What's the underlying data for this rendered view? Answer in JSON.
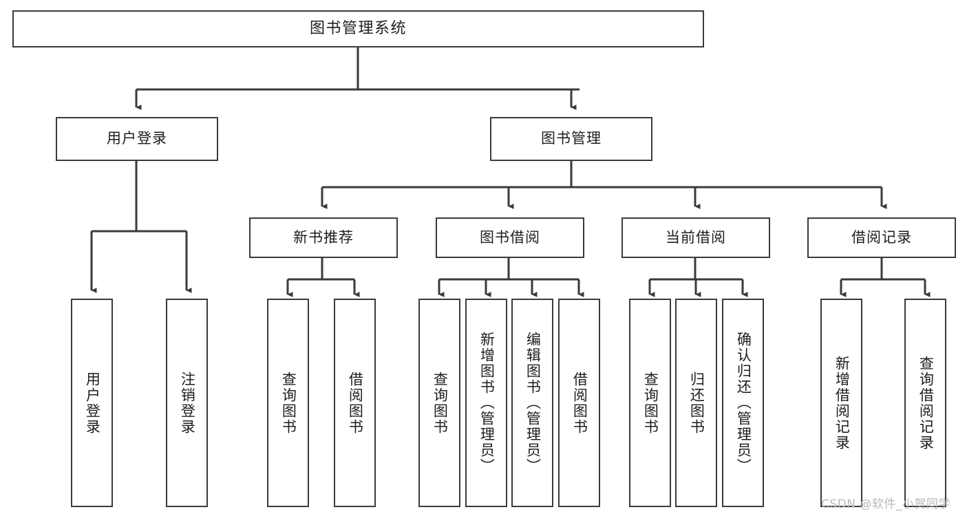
{
  "diagram": {
    "title": "图书管理系统",
    "type": "tree-hierarchy-chart",
    "background_color": "#ffffff",
    "box_border_color": "#3a3a3a",
    "connector_color": "#3a3a3a",
    "text_color": "#1d1d1d",
    "levels": {
      "level0": [
        {
          "id": "root",
          "label": "图书管理系统",
          "orientation": "horizontal"
        }
      ],
      "level1": [
        {
          "id": "user-login",
          "label": "用户登录",
          "orientation": "horizontal"
        },
        {
          "id": "book-manage",
          "label": "图书管理",
          "orientation": "horizontal"
        }
      ],
      "level2": [
        {
          "id": "new-book-recommend",
          "label": "新书推荐",
          "orientation": "horizontal"
        },
        {
          "id": "book-borrow",
          "label": "图书借阅",
          "orientation": "horizontal"
        },
        {
          "id": "current-borrow",
          "label": "当前借阅",
          "orientation": "horizontal"
        },
        {
          "id": "borrow-record",
          "label": "借阅记录",
          "orientation": "horizontal"
        }
      ],
      "level3": [
        {
          "id": "leaf-user-login",
          "label": "用户登录",
          "parent": "user-login",
          "orientation": "vertical"
        },
        {
          "id": "leaf-user-logout",
          "label": "注销登录",
          "parent": "user-login",
          "orientation": "vertical"
        },
        {
          "id": "leaf-query-book-1",
          "label": "查询图书",
          "parent": "new-book-recommend",
          "orientation": "vertical"
        },
        {
          "id": "leaf-borrow-book-1",
          "label": "借阅图书",
          "parent": "new-book-recommend",
          "orientation": "vertical"
        },
        {
          "id": "leaf-query-book-2",
          "label": "查询图书",
          "parent": "book-borrow",
          "orientation": "vertical"
        },
        {
          "id": "leaf-add-book",
          "label": "新增图书（管理员）",
          "parent": "book-borrow",
          "orientation": "vertical"
        },
        {
          "id": "leaf-edit-book",
          "label": "编辑图书（管理员）",
          "parent": "book-borrow",
          "orientation": "vertical"
        },
        {
          "id": "leaf-borrow-book-2",
          "label": "借阅图书",
          "parent": "book-borrow",
          "orientation": "vertical"
        },
        {
          "id": "leaf-query-book-3",
          "label": "查询图书",
          "parent": "current-borrow",
          "orientation": "vertical"
        },
        {
          "id": "leaf-return-book",
          "label": "归还图书",
          "parent": "current-borrow",
          "orientation": "vertical"
        },
        {
          "id": "leaf-confirm-return",
          "label": "确认归还（管理员）",
          "parent": "current-borrow",
          "orientation": "vertical"
        },
        {
          "id": "leaf-add-record",
          "label": "新增借阅记录",
          "parent": "borrow-record",
          "orientation": "vertical"
        },
        {
          "id": "leaf-query-record",
          "label": "查询借阅记录",
          "parent": "borrow-record",
          "orientation": "vertical"
        }
      ]
    }
  },
  "watermark": {
    "text": "CSDN @软件_小贺同学"
  }
}
